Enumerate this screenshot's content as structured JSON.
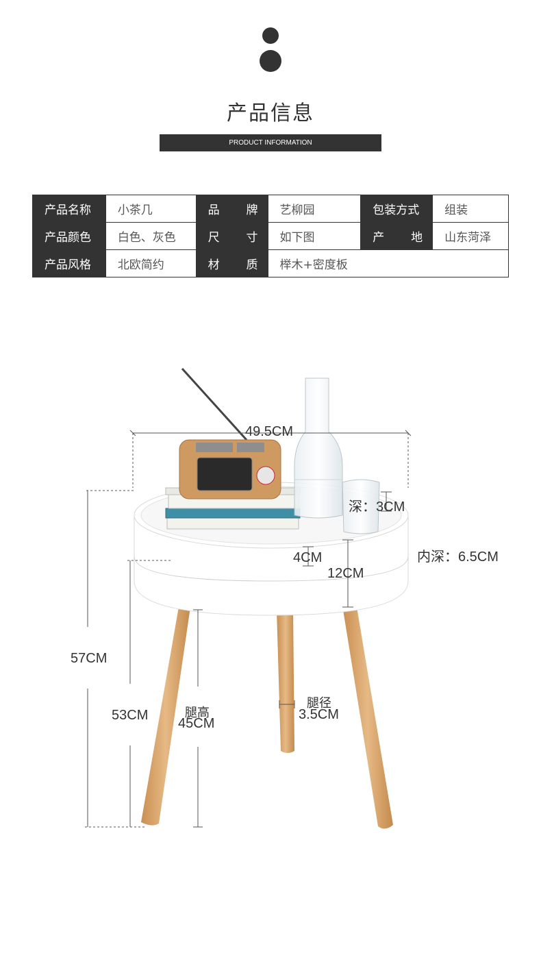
{
  "header": {
    "title": "产品信息",
    "subtitle": "PRODUCT INFORMATION"
  },
  "info_table": {
    "rows": [
      [
        {
          "key": "产品名称",
          "value": "小茶几"
        },
        {
          "key": "品　牌",
          "k1": "品",
          "k2": "牌",
          "value": "艺柳园"
        },
        {
          "key": "包装方式",
          "value": "组装"
        }
      ],
      [
        {
          "key": "产品颜色",
          "value": "白色、灰色"
        },
        {
          "key": "尺　寸",
          "k1": "尺",
          "k2": "寸",
          "value": "如下图"
        },
        {
          "key": "产　地",
          "k1": "产",
          "k2": "地",
          "value": "山东菏泽"
        }
      ],
      [
        {
          "key": "产品风格",
          "value": "北欧简约"
        },
        {
          "key": "材　质",
          "k1": "材",
          "k2": "质",
          "value": "榉木+密度板"
        }
      ]
    ]
  },
  "dimensions": {
    "diameter": "49.5CM",
    "tray_depth": "深：3CM",
    "tray_thickness": "4CM",
    "inner_depth": "内深：6.5CM",
    "body_height": "12CM",
    "total_height": "57CM",
    "lower_height": "53CM",
    "leg_height_label": "腿高",
    "leg_height": "45CM",
    "leg_diameter_label": "腿径",
    "leg_diameter": "3.5CM"
  },
  "colors": {
    "dark": "#333333",
    "wood": "#d9a66b",
    "table_white": "#ffffff"
  }
}
